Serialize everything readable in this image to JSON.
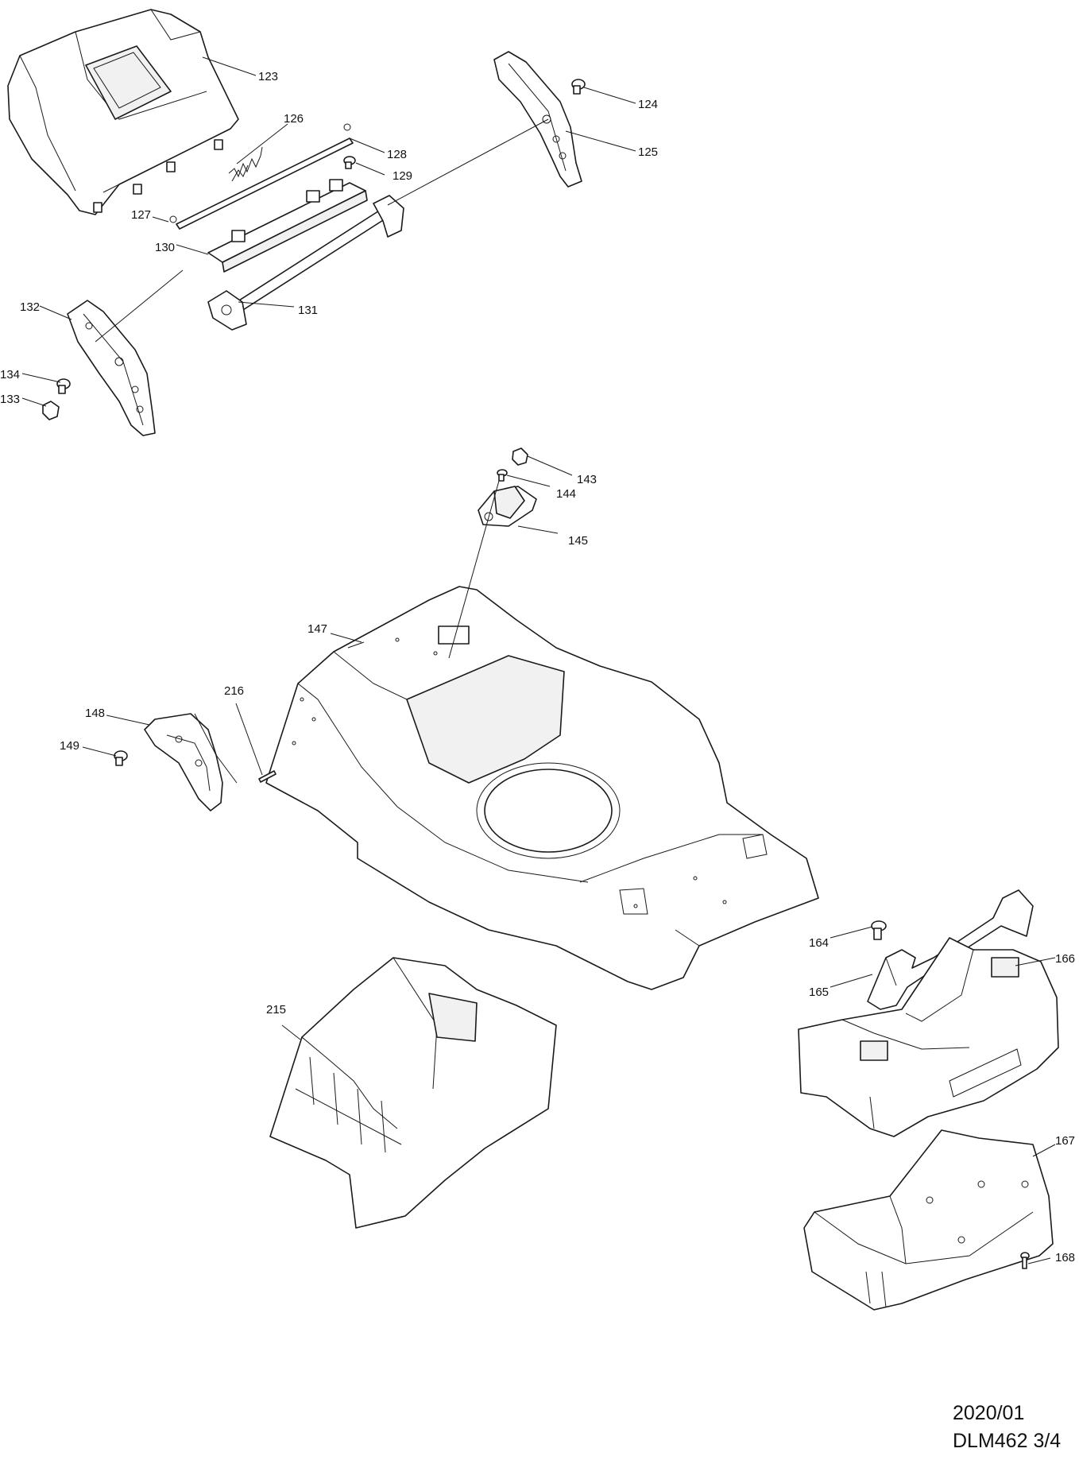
{
  "callouts": {
    "p123": "123",
    "p124": "124",
    "p125": "125",
    "p126": "126",
    "p127": "127",
    "p128": "128",
    "p129": "129",
    "p130": "130",
    "p131": "131",
    "p132": "132",
    "p133": "133",
    "p134": "134",
    "p143": "143",
    "p144": "144",
    "p145": "145",
    "p147": "147",
    "p148": "148",
    "p149": "149",
    "p164": "164",
    "p165": "165",
    "p166": "166",
    "p167": "167",
    "p168": "168",
    "p215": "215",
    "p216": "216"
  },
  "footer": {
    "date": "2020/01",
    "model_page": "DLM462 3/4"
  }
}
